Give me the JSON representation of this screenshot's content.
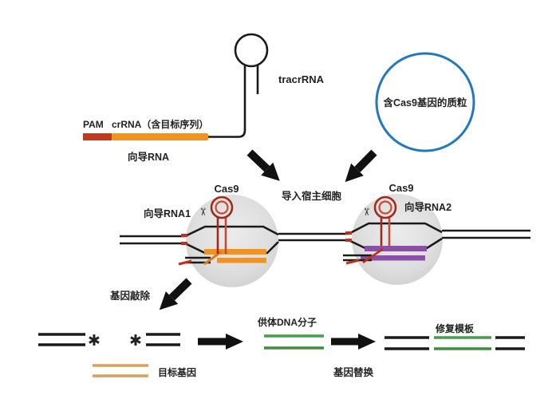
{
  "figure": {
    "type": "diagram",
    "topic": "CRISPR-Cas9 gene editing workflow",
    "labels": {
      "pam": "PAM",
      "crrna": "crRNA（含目标序列）",
      "guide_rna": "向导RNA",
      "tracrrna": "tracrRNA",
      "plasmid": "含Cas9基因的质粒",
      "deliver": "导入宿主细胞",
      "cas9_left": "Cas9",
      "cas9_right": "Cas9",
      "guide_rna1": "向导RNA1",
      "guide_rna2": "向导RNA2",
      "knockout": "基因敲除",
      "target_gene": "目标基因",
      "donor_dna": "供体DNA分子",
      "replace": "基因替换",
      "repair_template": "修复模板"
    },
    "icons": {
      "scissors": "✂",
      "cut_asterisk": "✱"
    },
    "colors": {
      "crrna_orange": "#F0941F",
      "pam_red": "#C03A1E",
      "hairpin_red": "#9E2B1E",
      "hairpin_red_inner": "#C74A36",
      "guide2_purple": "#8C4FA8",
      "donor_green": "#43A047",
      "donor_green_dark": "#3E8E41",
      "plasmid_blue": "#2278C0",
      "dna_black": "#1A1A1A",
      "target_gene_orange": "#D9A05C",
      "target_label_orange": "#E8952F",
      "complex_gray": "#DCDCDC"
    }
  }
}
